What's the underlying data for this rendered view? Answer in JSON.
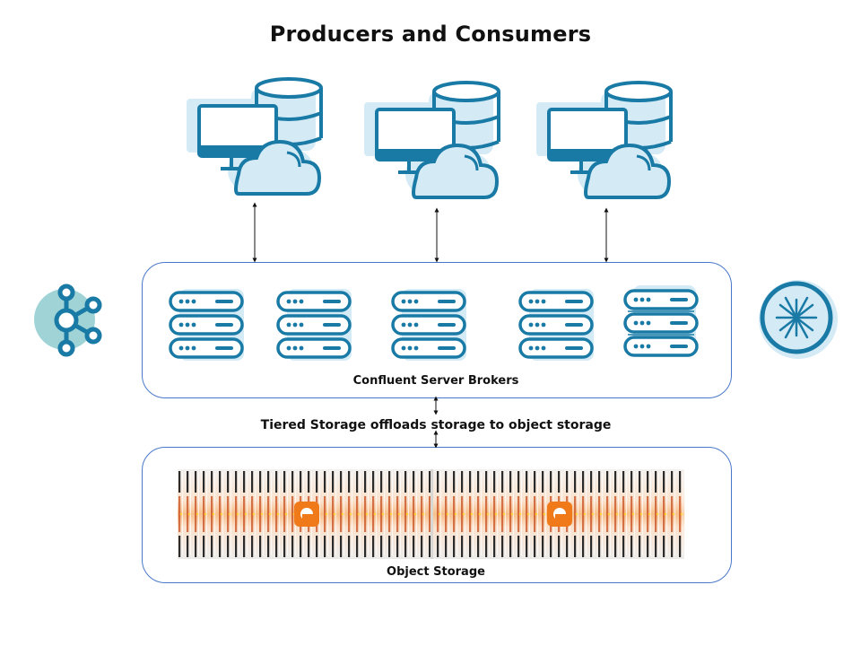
{
  "title": "Producers and Consumers",
  "brokers": {
    "label": "Confluent Server Brokers"
  },
  "tiered_note": "Tiered Storage offloads storage to object storage",
  "object_storage": {
    "label": "Object Storage"
  },
  "colors": {
    "icon_stroke": "#1a7aa6",
    "icon_fill": "#d4ebf6",
    "box_border": "#4a78c9",
    "kafka_bg": "#9fd3d6",
    "accent_orange": "#f07a1a"
  },
  "icons": {
    "client": "computer-database-cloud-icon",
    "broker": "server-rack-icon",
    "left_logo": "kafka-logo-icon",
    "right_logo": "confluent-logo-icon"
  }
}
